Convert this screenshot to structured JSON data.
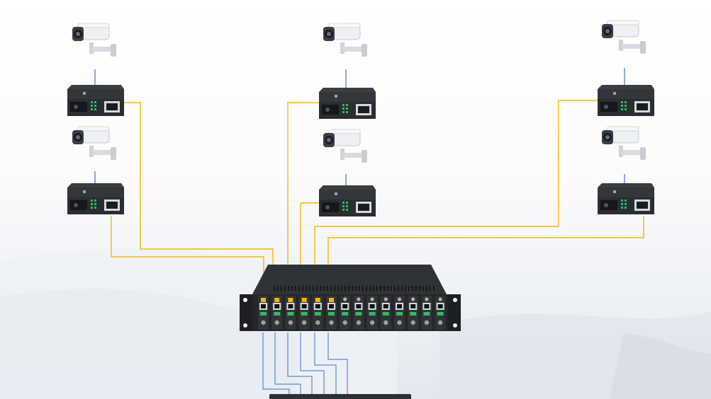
{
  "diagram": {
    "devices": {
      "cameras": [
        {
          "id": "camera-1",
          "icon": "cctv-camera-icon"
        },
        {
          "id": "camera-2",
          "icon": "cctv-camera-icon"
        },
        {
          "id": "camera-3",
          "icon": "cctv-camera-icon"
        },
        {
          "id": "camera-4",
          "icon": "cctv-camera-icon"
        },
        {
          "id": "camera-5",
          "icon": "cctv-camera-icon"
        },
        {
          "id": "camera-6",
          "icon": "cctv-camera-icon"
        }
      ],
      "media_converters": [
        {
          "id": "converter-1",
          "icon": "media-converter-icon"
        },
        {
          "id": "converter-2",
          "icon": "media-converter-icon"
        },
        {
          "id": "converter-3",
          "icon": "media-converter-icon"
        },
        {
          "id": "converter-4",
          "icon": "media-converter-icon"
        },
        {
          "id": "converter-5",
          "icon": "media-converter-icon"
        },
        {
          "id": "converter-6",
          "icon": "media-converter-icon"
        }
      ],
      "chassis": {
        "icon": "rack-media-converter-chassis-icon",
        "slots": 14,
        "slots_connected": 6
      },
      "switch": {
        "icon": "network-switch-icon"
      }
    },
    "colors": {
      "fiber_link": "#f5b800",
      "ethernet_link": "#3b6fd1",
      "device_body": "#2a2d31",
      "chassis_body": "#25272b"
    }
  }
}
